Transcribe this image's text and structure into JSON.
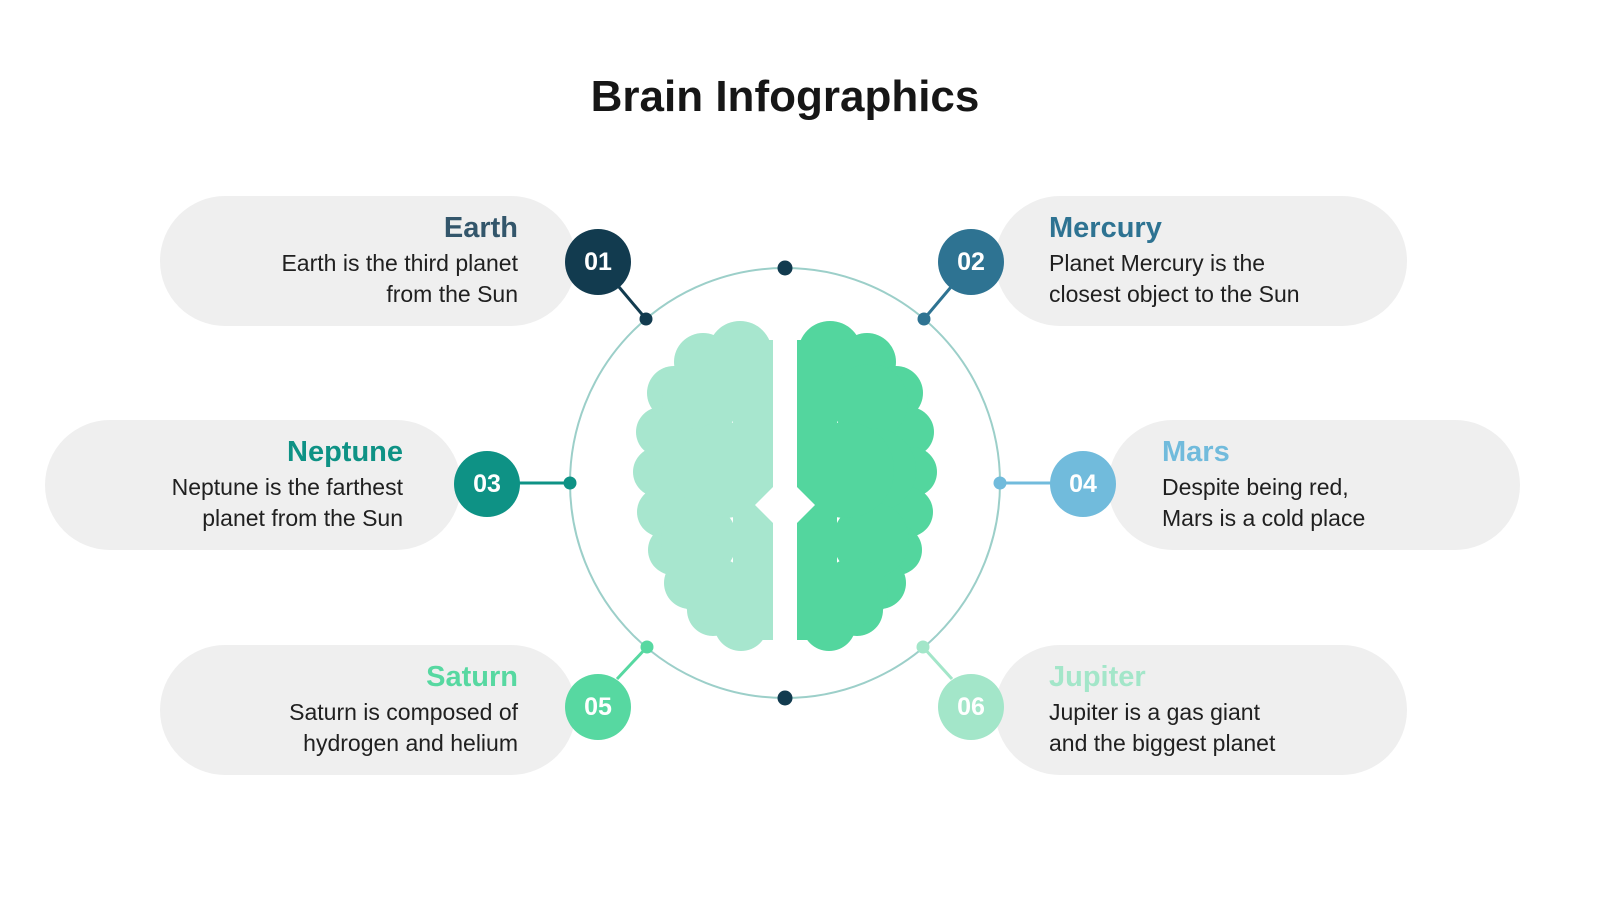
{
  "title": "Brain Infographics",
  "diagram": {
    "circle_stroke": "#9CCFC9",
    "brain_left": "#A7E6CE",
    "brain_right": "#53D69E",
    "dot_color": "#123B4F"
  },
  "items": [
    {
      "num": "01",
      "name": "Earth",
      "desc": "Earth is the third planet\nfrom the Sun",
      "color": "#123B4F",
      "title_color": "#33566B"
    },
    {
      "num": "02",
      "name": "Mercury",
      "desc": "Planet Mercury is the\nclosest object to the Sun",
      "color": "#2E7392",
      "title_color": "#2E7392"
    },
    {
      "num": "03",
      "name": "Neptune",
      "desc": "Neptune is the farthest\nplanet from the Sun",
      "color": "#0E9285",
      "title_color": "#0E9285"
    },
    {
      "num": "04",
      "name": "Mars",
      "desc": "Despite being red,\nMars is a cold place",
      "color": "#71BBDC",
      "title_color": "#71BBDC"
    },
    {
      "num": "05",
      "name": "Saturn",
      "desc": "Saturn is composed of\nhydrogen and helium",
      "color": "#57D8A1",
      "title_color": "#57D8A1"
    },
    {
      "num": "06",
      "name": "Jupiter",
      "desc": "Jupiter is a gas giant\nand the biggest planet",
      "color": "#A3E6C9",
      "title_color": "#A3E6C9"
    }
  ]
}
